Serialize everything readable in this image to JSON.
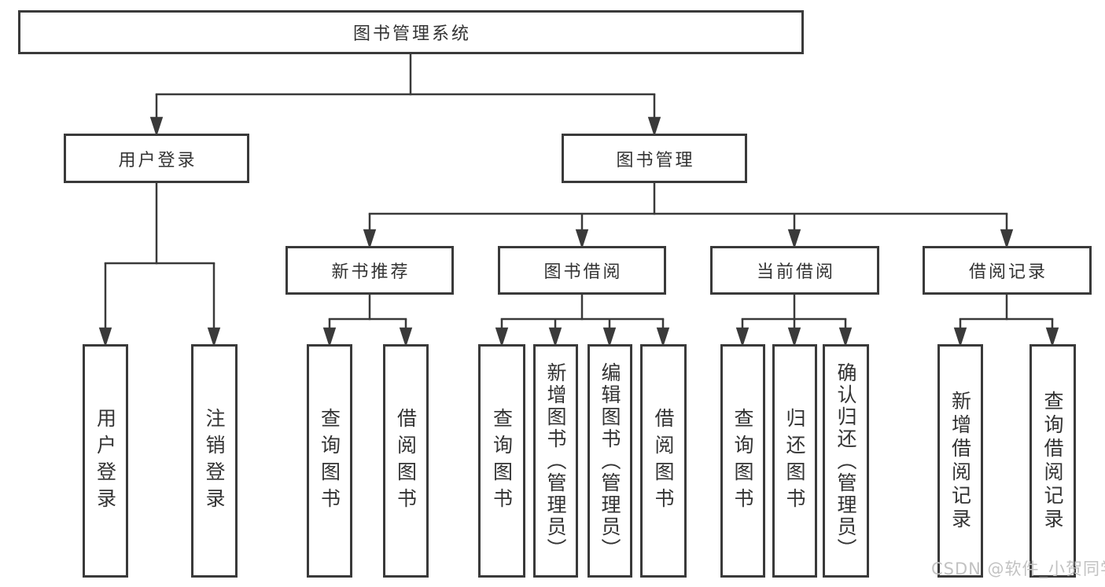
{
  "nodes": {
    "root": {
      "label": "图书管理系统"
    },
    "user_login": {
      "label": "用户登录"
    },
    "book_management": {
      "label": "图书管理"
    },
    "new_book_recommend": {
      "label": "新书推荐"
    },
    "book_borrowing": {
      "label": "图书借阅"
    },
    "current_borrowing": {
      "label": "当前借阅"
    },
    "borrowing_records": {
      "label": "借阅记录"
    },
    "leaf_user_login": {
      "label": "用户登录"
    },
    "leaf_logout_login": {
      "label": "注销登录"
    },
    "leaf_query_books_1": {
      "label": "查询图书"
    },
    "leaf_borrow_books_1": {
      "label": "借阅图书"
    },
    "leaf_query_books_2": {
      "label": "查询图书"
    },
    "leaf_add_books_admin": {
      "label": "新增图书（管理员）"
    },
    "leaf_edit_books_admin": {
      "label": "编辑图书（管理员）"
    },
    "leaf_borrow_books_2": {
      "label": "借阅图书"
    },
    "leaf_query_books_3": {
      "label": "查询图书"
    },
    "leaf_return_books": {
      "label": "归还图书"
    },
    "leaf_confirm_return_admin": {
      "label": "确认归还（管理员）"
    },
    "leaf_add_borrow_record": {
      "label": "新增借阅记录"
    },
    "leaf_query_borrow_record": {
      "label": "查询借阅记录"
    }
  },
  "watermark": {
    "text": "CSDN @软件_小贺同学"
  },
  "colors": {
    "line": "#3a3a3a",
    "text": "#333333",
    "background": "#ffffff",
    "watermark": "#c2c2c2"
  }
}
